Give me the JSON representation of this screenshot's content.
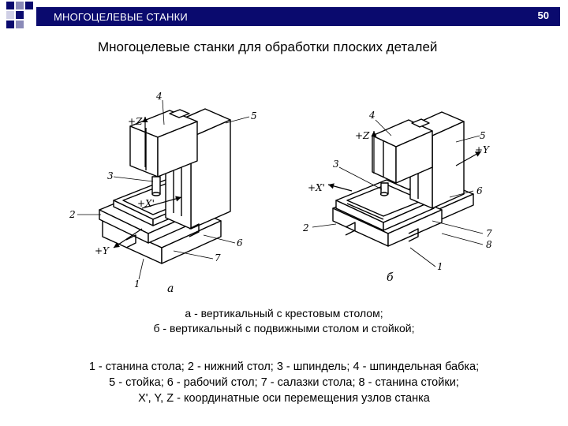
{
  "header": {
    "title": "МНОГОЦЕЛЕВЫЕ СТАНКИ",
    "page_number": "50",
    "bar_color": "#0a0a6e",
    "square_colors": [
      "#0a0a6e",
      "#8a8ab8",
      "#d0d0e6"
    ]
  },
  "subtitle": "Многоцелевые станки для обработки плоских деталей",
  "figure": {
    "left": {
      "label": "а",
      "callouts": {
        "c1": "1",
        "c2": "2",
        "c3": "3",
        "c4": "4",
        "c5": "5",
        "c6": "6",
        "c7": "7",
        "z": "+Z",
        "x": "+X'",
        "y": "+Y"
      }
    },
    "right": {
      "label": "б",
      "callouts": {
        "c1": "1",
        "c2": "2",
        "c3": "3",
        "c4": "4",
        "c5": "5",
        "c6": "6",
        "c7": "7",
        "c8": "8",
        "z": "+Z",
        "x": "+X'",
        "y": "+Y"
      }
    }
  },
  "captions": {
    "variants": [
      "а - вертикальный с крестовым столом;",
      "б - вертикальный с подвижными столом и стойкой;"
    ],
    "legend": [
      "1 - станина стола; 2 - нижний стол; 3 - шпиндель; 4 - шпиндельная бабка;",
      "5 - стойка; 6 - рабочий стол; 7 - салазки стола; 8 - станина стойки;",
      "X', Y, Z - координатные оси перемещения узлов станка"
    ]
  }
}
